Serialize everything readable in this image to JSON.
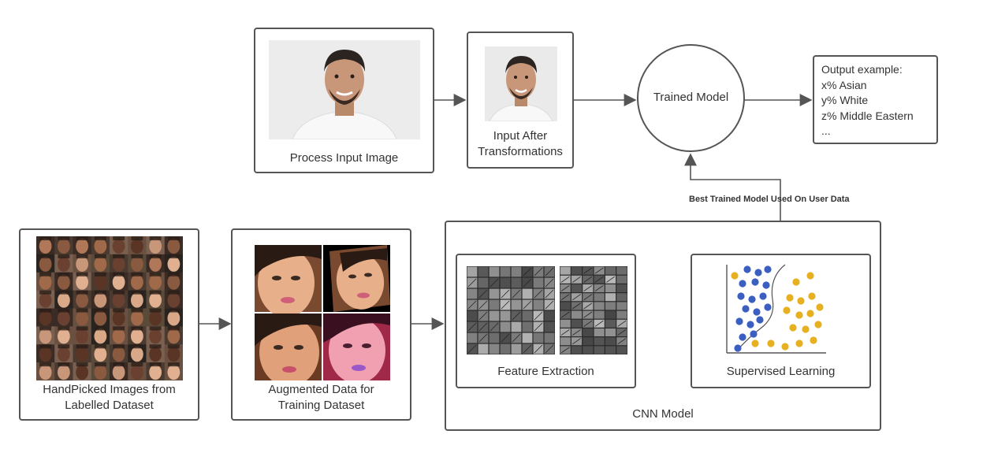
{
  "top_row": {
    "process_input_label": "Process Input Image",
    "input_after_label": "Input After\nTransformations",
    "trained_model_label": "Trained Model",
    "output": {
      "lines": [
        "Output example:",
        "x% Asian",
        "y% White",
        "z% Middle Eastern",
        "..."
      ]
    },
    "feedback_label": "Best Trained Model Used On User Data"
  },
  "bottom_row": {
    "handpicked_label": "HandPicked Images from\nLabelled  Dataset",
    "augmented_label": "Augmented Data for\nTraining Dataset",
    "feature_label": "Feature Extraction",
    "supervised_label": "Supervised Learning",
    "cnn_label": "CNN Model"
  },
  "colors": {
    "border": "#555555",
    "arrow": "#555555",
    "scatter_blue": "#3a5fc0",
    "scatter_yellow": "#e6b020"
  },
  "icons": [
    "portrait-photo",
    "face-grid-mosaic",
    "augmented-face-quad",
    "feature-map-grid",
    "scatter-plot-icon"
  ]
}
